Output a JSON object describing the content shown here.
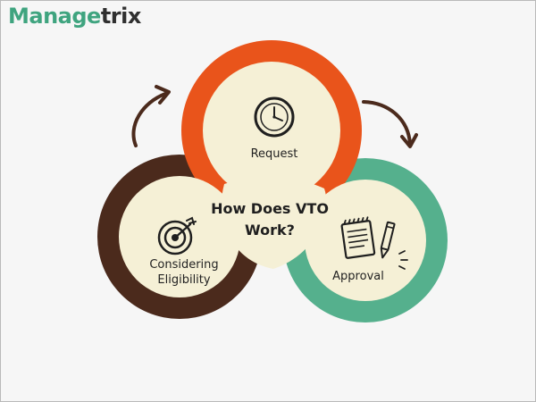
{
  "logo": {
    "part_a": "Manage",
    "part_b": "trix"
  },
  "diagram": {
    "title_line1": "How Does VTO",
    "title_line2": "Work?",
    "stages": [
      {
        "label": "Request",
        "icon": "clock-icon",
        "ring_color": "#e9541b"
      },
      {
        "label": "Approval",
        "icon": "notepad-pencil-icon",
        "ring_color": "#55b08d"
      },
      {
        "label_line1": "Considering",
        "label_line2": "Eligibility",
        "icon": "target-icon",
        "ring_color": "#4b2a1c"
      }
    ],
    "fill_color": "#f5f0d6",
    "arrow_color": "#4b2a1c"
  }
}
